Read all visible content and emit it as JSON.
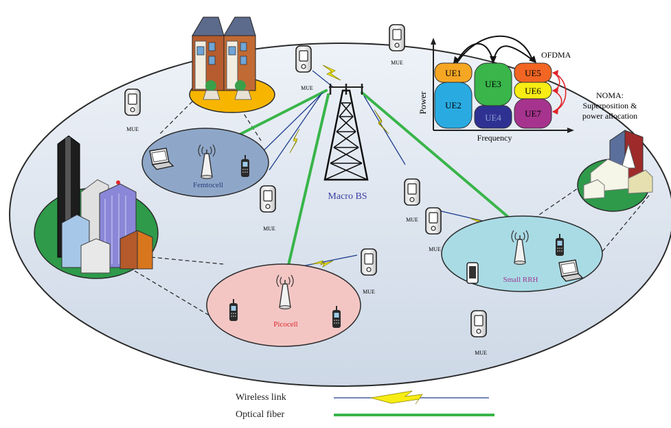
{
  "diagram": {
    "macro_bs_label": "Macro BS",
    "femtocell_label": "Femtocell",
    "picocell_label": "Picocell",
    "small_rrh_label": "Small RRH",
    "mue_label": "MUE"
  },
  "chart_inset": {
    "ofdma_label": "OFDMA",
    "noma_label": "NOMA:",
    "noma_line2": "Superposition &",
    "noma_line3": "power allocation",
    "y_axis_label": "Power",
    "x_axis_label": "Frequency",
    "blocks": [
      {
        "name": "UE1",
        "color": "#f5a623"
      },
      {
        "name": "UE2",
        "color": "#29abe2"
      },
      {
        "name": "UE3",
        "color": "#39b54a"
      },
      {
        "name": "UE4",
        "color": "#2e3192"
      },
      {
        "name": "UE5",
        "color": "#f26522"
      },
      {
        "name": "UE6",
        "color": "#f7ec13"
      },
      {
        "name": "UE7",
        "color": "#a6348e"
      }
    ]
  },
  "legend": {
    "wireless_label": "Wireless link",
    "fiber_label": "Optical fiber"
  },
  "colors": {
    "macro_cell_fill": "#d8e2ee",
    "femto_fill": "#8ea7c9",
    "pico_fill": "#f3c6c4",
    "rrh_fill": "#a9dbe5",
    "fiber": "#39b54a",
    "wireless_bolt": "#f7ec13",
    "wireless_line": "#1f3f8f",
    "femto_text": "#2e3c7a",
    "pico_text": "#e0262b",
    "rrh_text": "#9b3a8e",
    "macro_text": "#3a3fa0"
  }
}
